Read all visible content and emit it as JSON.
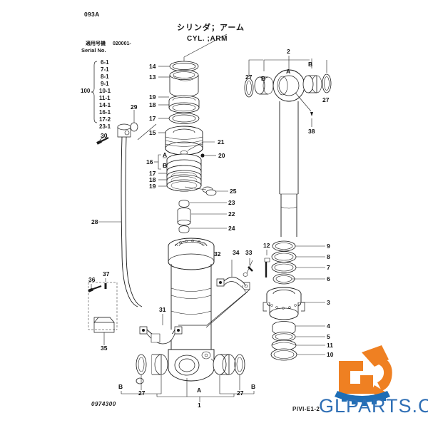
{
  "document": {
    "page_code": "093A",
    "title_jp": "シリンダ；アーム",
    "title_en": "CYL. ;ARM",
    "serial_label_jp": "適用号機",
    "serial_label_en": "Serial No.",
    "serial_value": "020001-",
    "drawing_number": "0974300",
    "revision_code": "PIVI-E1-2"
  },
  "kit": {
    "group_number": "100",
    "items": [
      "6-1",
      "7-1",
      "8-1",
      "9-1",
      "10-1",
      "11-1",
      "14-1",
      "16-1",
      "17-2",
      "23-1"
    ]
  },
  "callouts": {
    "center_column": [
      {
        "id": "c14",
        "text": "14"
      },
      {
        "id": "c13",
        "text": "13"
      },
      {
        "id": "c19a",
        "text": "19"
      },
      {
        "id": "c18a",
        "text": "18"
      },
      {
        "id": "c17a",
        "text": "17"
      },
      {
        "id": "c15",
        "text": "15"
      },
      {
        "id": "c16",
        "text": "16"
      },
      {
        "id": "c16A",
        "text": "A"
      },
      {
        "id": "c16B",
        "text": "B"
      },
      {
        "id": "c17b",
        "text": "17"
      },
      {
        "id": "c18b",
        "text": "18"
      },
      {
        "id": "c19b",
        "text": "19"
      },
      {
        "id": "c21",
        "text": "21"
      },
      {
        "id": "c20",
        "text": "20"
      },
      {
        "id": "c25",
        "text": "25"
      },
      {
        "id": "c23",
        "text": "23"
      },
      {
        "id": "c22",
        "text": "22"
      },
      {
        "id": "c24",
        "text": "24"
      }
    ],
    "left_column": [
      {
        "id": "c29",
        "text": "29"
      },
      {
        "id": "c30",
        "text": "30"
      },
      {
        "id": "c28",
        "text": "28"
      },
      {
        "id": "c36",
        "text": "36"
      },
      {
        "id": "c37",
        "text": "37"
      },
      {
        "id": "c35",
        "text": "35"
      },
      {
        "id": "c31",
        "text": "31"
      }
    ],
    "right_top": [
      {
        "id": "c2",
        "text": "2"
      },
      {
        "id": "c2A",
        "text": "A"
      },
      {
        "id": "c2Bl",
        "text": "B"
      },
      {
        "id": "c2Br",
        "text": "B"
      },
      {
        "id": "c27tl",
        "text": "27"
      },
      {
        "id": "c27tr",
        "text": "27"
      },
      {
        "id": "c38",
        "text": "38"
      }
    ],
    "right_bottom": [
      {
        "id": "c9",
        "text": "9"
      },
      {
        "id": "c8",
        "text": "8"
      },
      {
        "id": "c7",
        "text": "7"
      },
      {
        "id": "c6",
        "text": "6"
      },
      {
        "id": "c12",
        "text": "12"
      },
      {
        "id": "c3",
        "text": "3"
      },
      {
        "id": "c4",
        "text": "4"
      },
      {
        "id": "c5",
        "text": "5"
      },
      {
        "id": "c11",
        "text": "11"
      },
      {
        "id": "c10",
        "text": "10"
      }
    ],
    "clamp": [
      {
        "id": "c32",
        "text": "32"
      },
      {
        "id": "c34",
        "text": "34"
      },
      {
        "id": "c33",
        "text": "33"
      }
    ],
    "bottom": [
      {
        "id": "c27bl",
        "text": "27"
      },
      {
        "id": "c27br",
        "text": "27"
      },
      {
        "id": "cBl",
        "text": "B"
      },
      {
        "id": "cBr",
        "text": "B"
      },
      {
        "id": "cA",
        "text": "A"
      },
      {
        "id": "c1",
        "text": "1"
      }
    ]
  },
  "watermark": {
    "brand_text": "GLPARTS.CN",
    "logo_letter": "G",
    "logo_orange": "#ef8022",
    "logo_blue": "#1f6eb5",
    "text_blue": "#2f6fb5"
  }
}
